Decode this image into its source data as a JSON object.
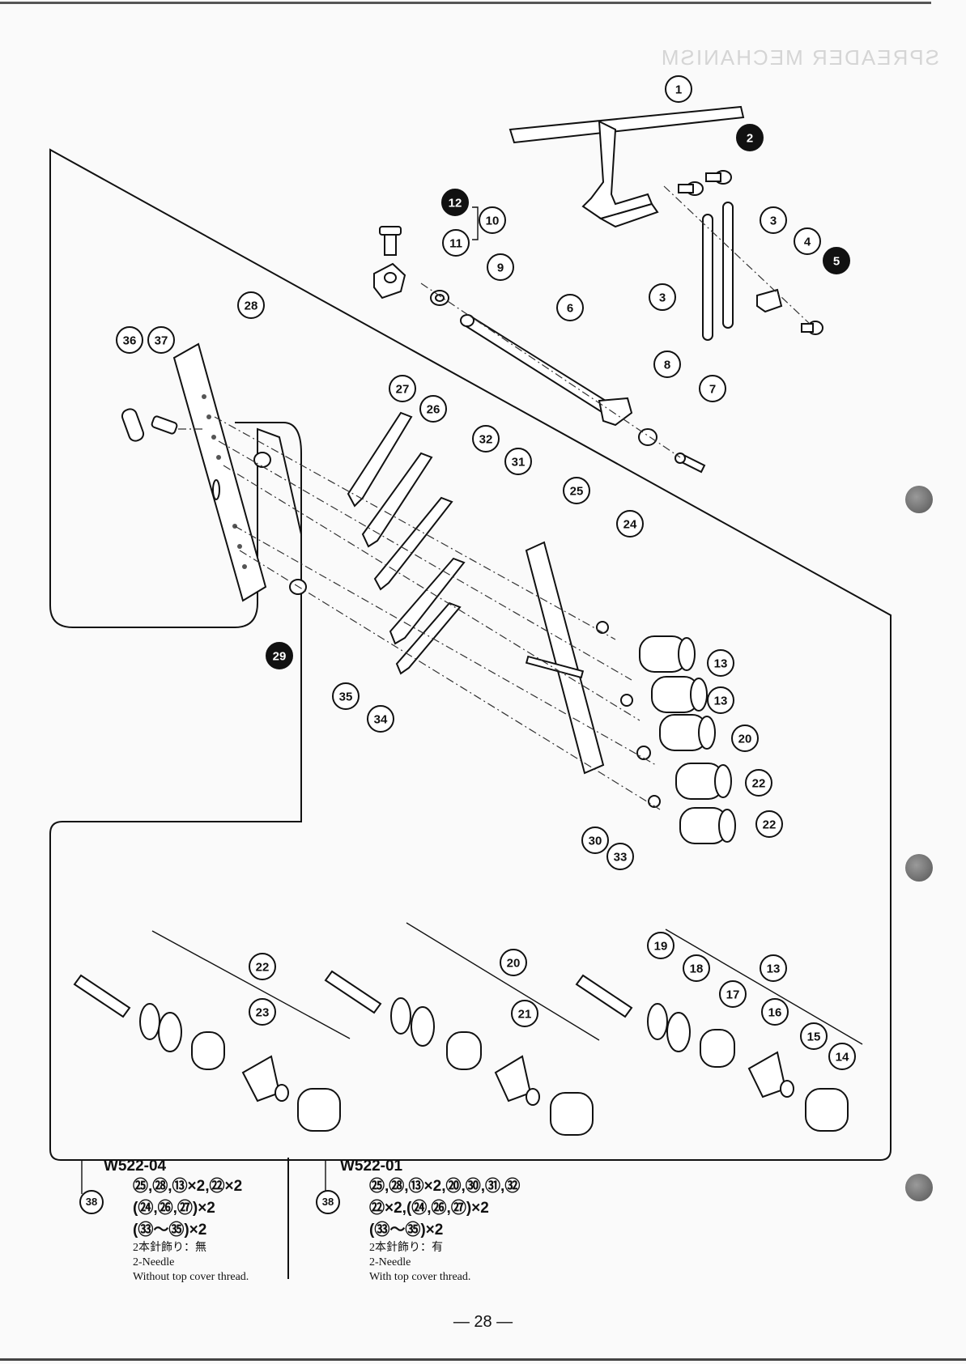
{
  "header": {
    "title_ghost": "SPREADER MECHANISM"
  },
  "callouts": [
    {
      "n": "1"
    },
    {
      "n": "2",
      "filled": true
    },
    {
      "n": "3"
    },
    {
      "n": "3"
    },
    {
      "n": "4"
    },
    {
      "n": "5",
      "filled": true
    },
    {
      "n": "6"
    },
    {
      "n": "7"
    },
    {
      "n": "8"
    },
    {
      "n": "9"
    },
    {
      "n": "10"
    },
    {
      "n": "11"
    },
    {
      "n": "12",
      "filled": true
    },
    {
      "n": "13"
    },
    {
      "n": "13"
    },
    {
      "n": "20"
    },
    {
      "n": "22"
    },
    {
      "n": "22"
    },
    {
      "n": "24"
    },
    {
      "n": "25"
    },
    {
      "n": "26"
    },
    {
      "n": "27"
    },
    {
      "n": "28"
    },
    {
      "n": "29",
      "filled": true
    },
    {
      "n": "30"
    },
    {
      "n": "31"
    },
    {
      "n": "32"
    },
    {
      "n": "33"
    },
    {
      "n": "34"
    },
    {
      "n": "35"
    },
    {
      "n": "36"
    },
    {
      "n": "37"
    },
    {
      "n": "22"
    },
    {
      "n": "23"
    },
    {
      "n": "20"
    },
    {
      "n": "21"
    },
    {
      "n": "19"
    },
    {
      "n": "18"
    },
    {
      "n": "13"
    },
    {
      "n": "17"
    },
    {
      "n": "16"
    },
    {
      "n": "15"
    },
    {
      "n": "14"
    },
    {
      "n": "38"
    },
    {
      "n": "38"
    }
  ],
  "legend_left": {
    "model": "W522-04",
    "lines": [
      "㉕,㉘,⑬×2,㉒×2",
      "(㉔,㉖,㉗)×2",
      "(㉝〜㉟)×2"
    ],
    "jp": "2本針飾り：無",
    "needle": "2-Needle",
    "desc": "Without top cover thread."
  },
  "legend_right": {
    "model": "W522-01",
    "lines": [
      "㉕,㉘,⑬×2,⑳,㉚,㉛,㉜",
      "㉒×2,(㉔,㉖,㉗)×2",
      "(㉝〜㉟)×2"
    ],
    "jp": "2本針飾り：有",
    "needle": "2-Needle",
    "desc": "With top cover thread."
  },
  "page_number": "— 28 —"
}
